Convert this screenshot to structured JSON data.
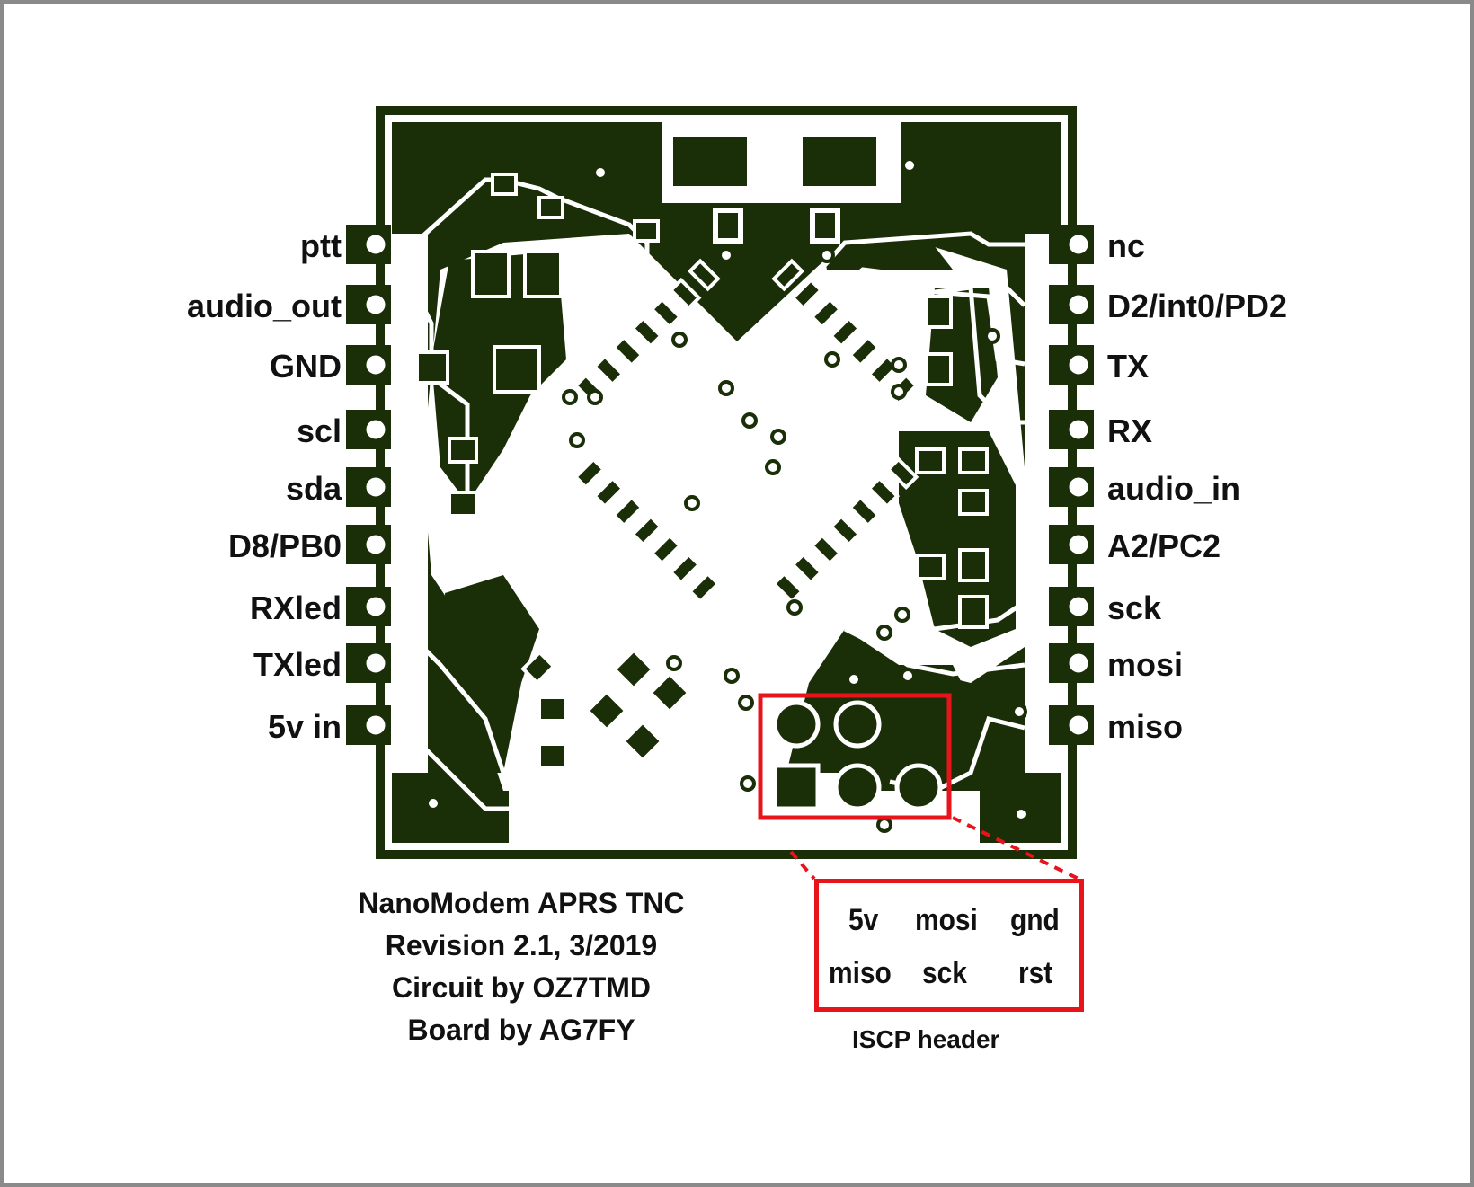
{
  "colors": {
    "board_copper": "#1a2e08",
    "board_substrate": "#ffffff",
    "highlight": "#e8141b",
    "frame": "#8a8a8a"
  },
  "left_pins": [
    "ptt",
    "audio_out",
    "GND",
    "scl",
    "sda",
    "D8/PB0",
    "RXled",
    "TXled",
    "5v in"
  ],
  "right_pins": [
    "nc",
    "D2/int0/PD2",
    "TX",
    "RX",
    "audio_in",
    "A2/PC2",
    "sck",
    "mosi",
    "miso"
  ],
  "credits": {
    "line1": "NanoModem APRS TNC",
    "line2": "Revision 2.1, 3/2019",
    "line3": "Circuit by OZ7TMD",
    "line4": "Board by AG7FY"
  },
  "iscp": {
    "title": "ISCP header",
    "row1": [
      "5v",
      "mosi",
      "gnd"
    ],
    "row2": [
      "miso",
      "sck",
      "rst"
    ]
  }
}
